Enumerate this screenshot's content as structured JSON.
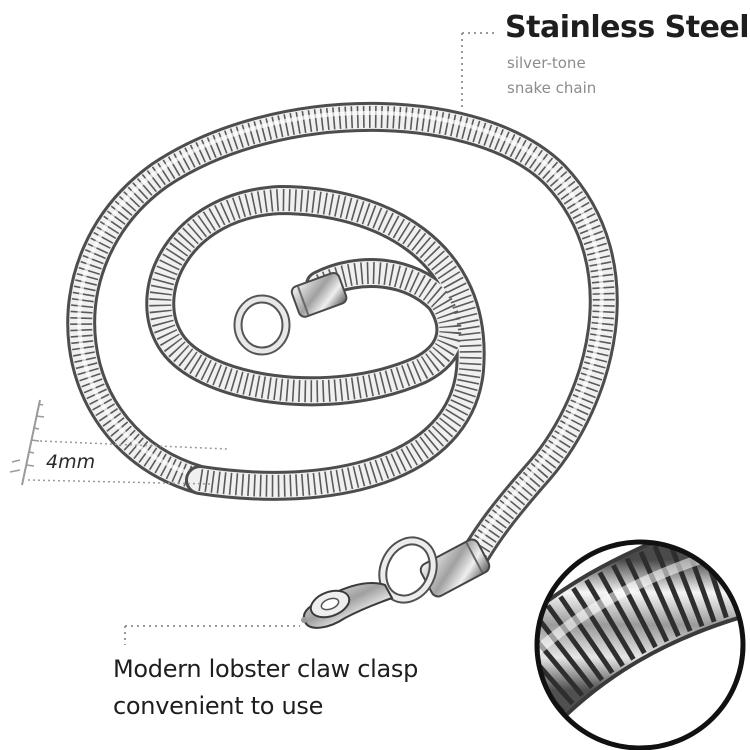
{
  "material": {
    "title": "Stainless Steel",
    "subtitle_line1": "silver-tone",
    "subtitle_line2": "snake chain"
  },
  "measurement": {
    "label": "4mm"
  },
  "clasp": {
    "line1": "Modern lobster claw clasp",
    "line2": "convenient to use"
  },
  "colors": {
    "background": "#ffffff",
    "chain_light": "#f4f4f4",
    "chain_mid": "#a8a8a8",
    "chain_dark": "#3c3c3c",
    "text": "#1e1e1e",
    "subtext": "#8c8c8c"
  }
}
